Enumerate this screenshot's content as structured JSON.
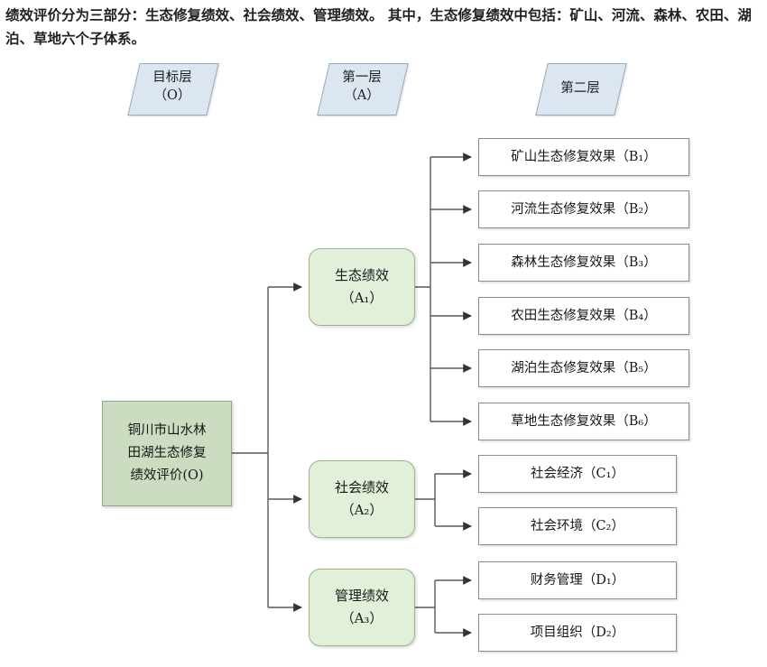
{
  "caption": "绩效评价分为三部分：生态修复绩效、社会绩效、管理绩效。 其中，生态修复绩效中包括：矿山、河流、森林、农田、湖泊、草地六个子体系。",
  "colors": {
    "legend_fill": "#dce6f1",
    "legend_stroke": "#9aa9bd",
    "root_fill": "#cbdcc0",
    "root_stroke": "#8fa882",
    "criteria_fill": "#e2efd9",
    "criteria_stroke": "#9bb58c",
    "leaf_fill": "#ffffff",
    "leaf_stroke": "#8c8c8c",
    "connector": "#595959",
    "caption_text": "#231f20"
  },
  "legend": [
    {
      "id": "legend-goal",
      "label": "目标层\n（O）"
    },
    {
      "id": "legend-first",
      "label": "第一层\n（A）"
    },
    {
      "id": "legend-second",
      "label": "第二层"
    }
  ],
  "root": {
    "id": "O",
    "label": "铜川市山水林\n田湖生态修复\n绩效评价(O)"
  },
  "criteria": [
    {
      "id": "A1",
      "label": "生态绩效\n（A₁）"
    },
    {
      "id": "A2",
      "label": "社会绩效\n（A₂）"
    },
    {
      "id": "A3",
      "label": "管理绩效\n（A₃）"
    }
  ],
  "indicators": {
    "A1": [
      {
        "id": "B1",
        "label": "矿山生态修复效果（B₁）"
      },
      {
        "id": "B2",
        "label": "河流生态修复效果（B₂）"
      },
      {
        "id": "B3",
        "label": "森林生态修复效果（B₃）"
      },
      {
        "id": "B4",
        "label": "农田生态修复效果（B₄）"
      },
      {
        "id": "B5",
        "label": "湖泊生态修复效果（B₅）"
      },
      {
        "id": "B6",
        "label": "草地生态修复效果（B₆）"
      }
    ],
    "A2": [
      {
        "id": "C1",
        "label": "社会经济（C₁）"
      },
      {
        "id": "C2",
        "label": "社会环境（C₂）"
      }
    ],
    "A3": [
      {
        "id": "D1",
        "label": "财务管理（D₁）"
      },
      {
        "id": "D2",
        "label": "项目组织（D₂）"
      }
    ]
  }
}
